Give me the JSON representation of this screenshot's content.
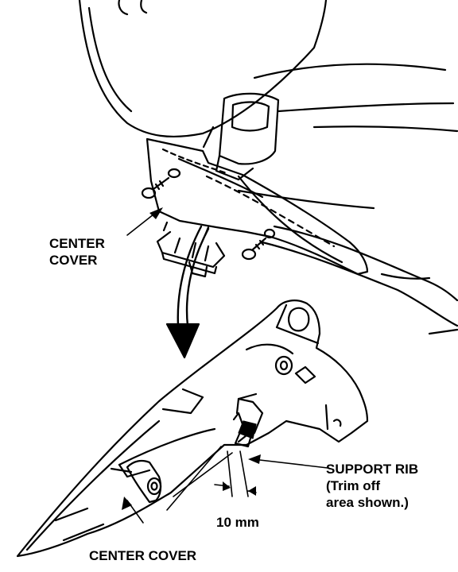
{
  "labels": {
    "center_cover_top": [
      "CENTER",
      "COVER"
    ],
    "support_rib": "SUPPORT RIB",
    "trim_note": [
      "(Trim off",
      "area shown.)"
    ],
    "dimension": "10 mm",
    "center_cover_bottom": "CENTER COVER"
  }
}
